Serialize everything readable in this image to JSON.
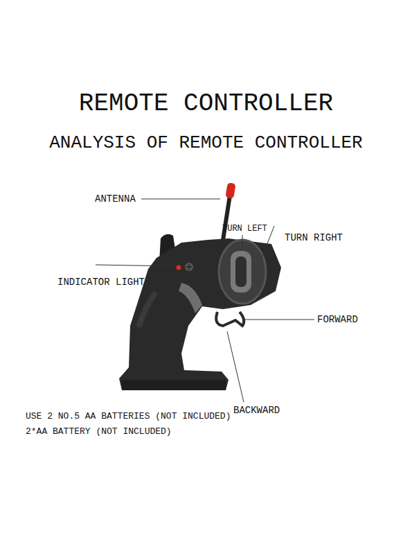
{
  "diagram": {
    "title": "REMOTE CONTROLLER",
    "labels": [
      "ANALYSIS OF REMOTE CONTROLLER",
      "ANTENNA",
      "TURN LEFT",
      "TURN RIGHT",
      "INDICATOR LIGHT",
      "FORWARD",
      "BACKWARD",
      "USE 2 NO.5 AA BATTERIES (NOT INCLUDED)",
      "2*AA BATTERY (NOT INCLUDED)"
    ]
  }
}
